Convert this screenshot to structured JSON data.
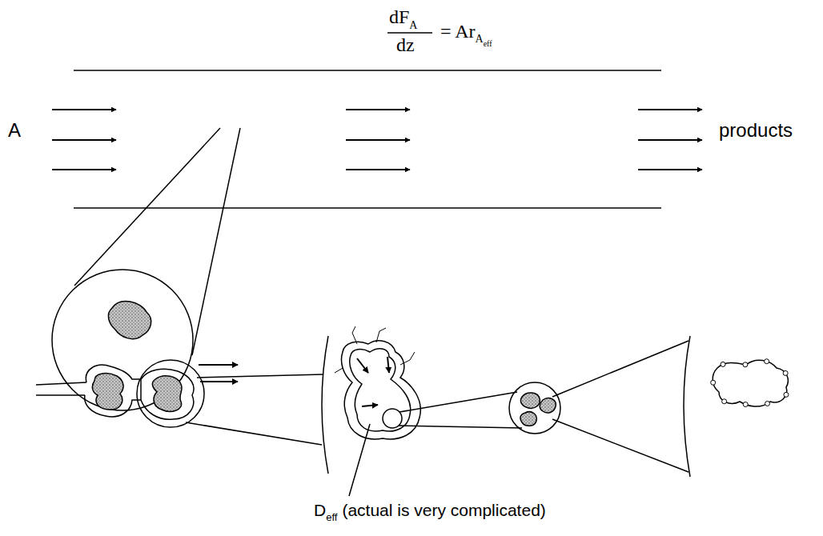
{
  "diagram": {
    "labels": [
      "dF",
      "A",
      "dz",
      "= Ar",
      "A",
      "eff",
      "A",
      "products",
      "D",
      "eff",
      "(actual is very complicated)"
    ]
  }
}
